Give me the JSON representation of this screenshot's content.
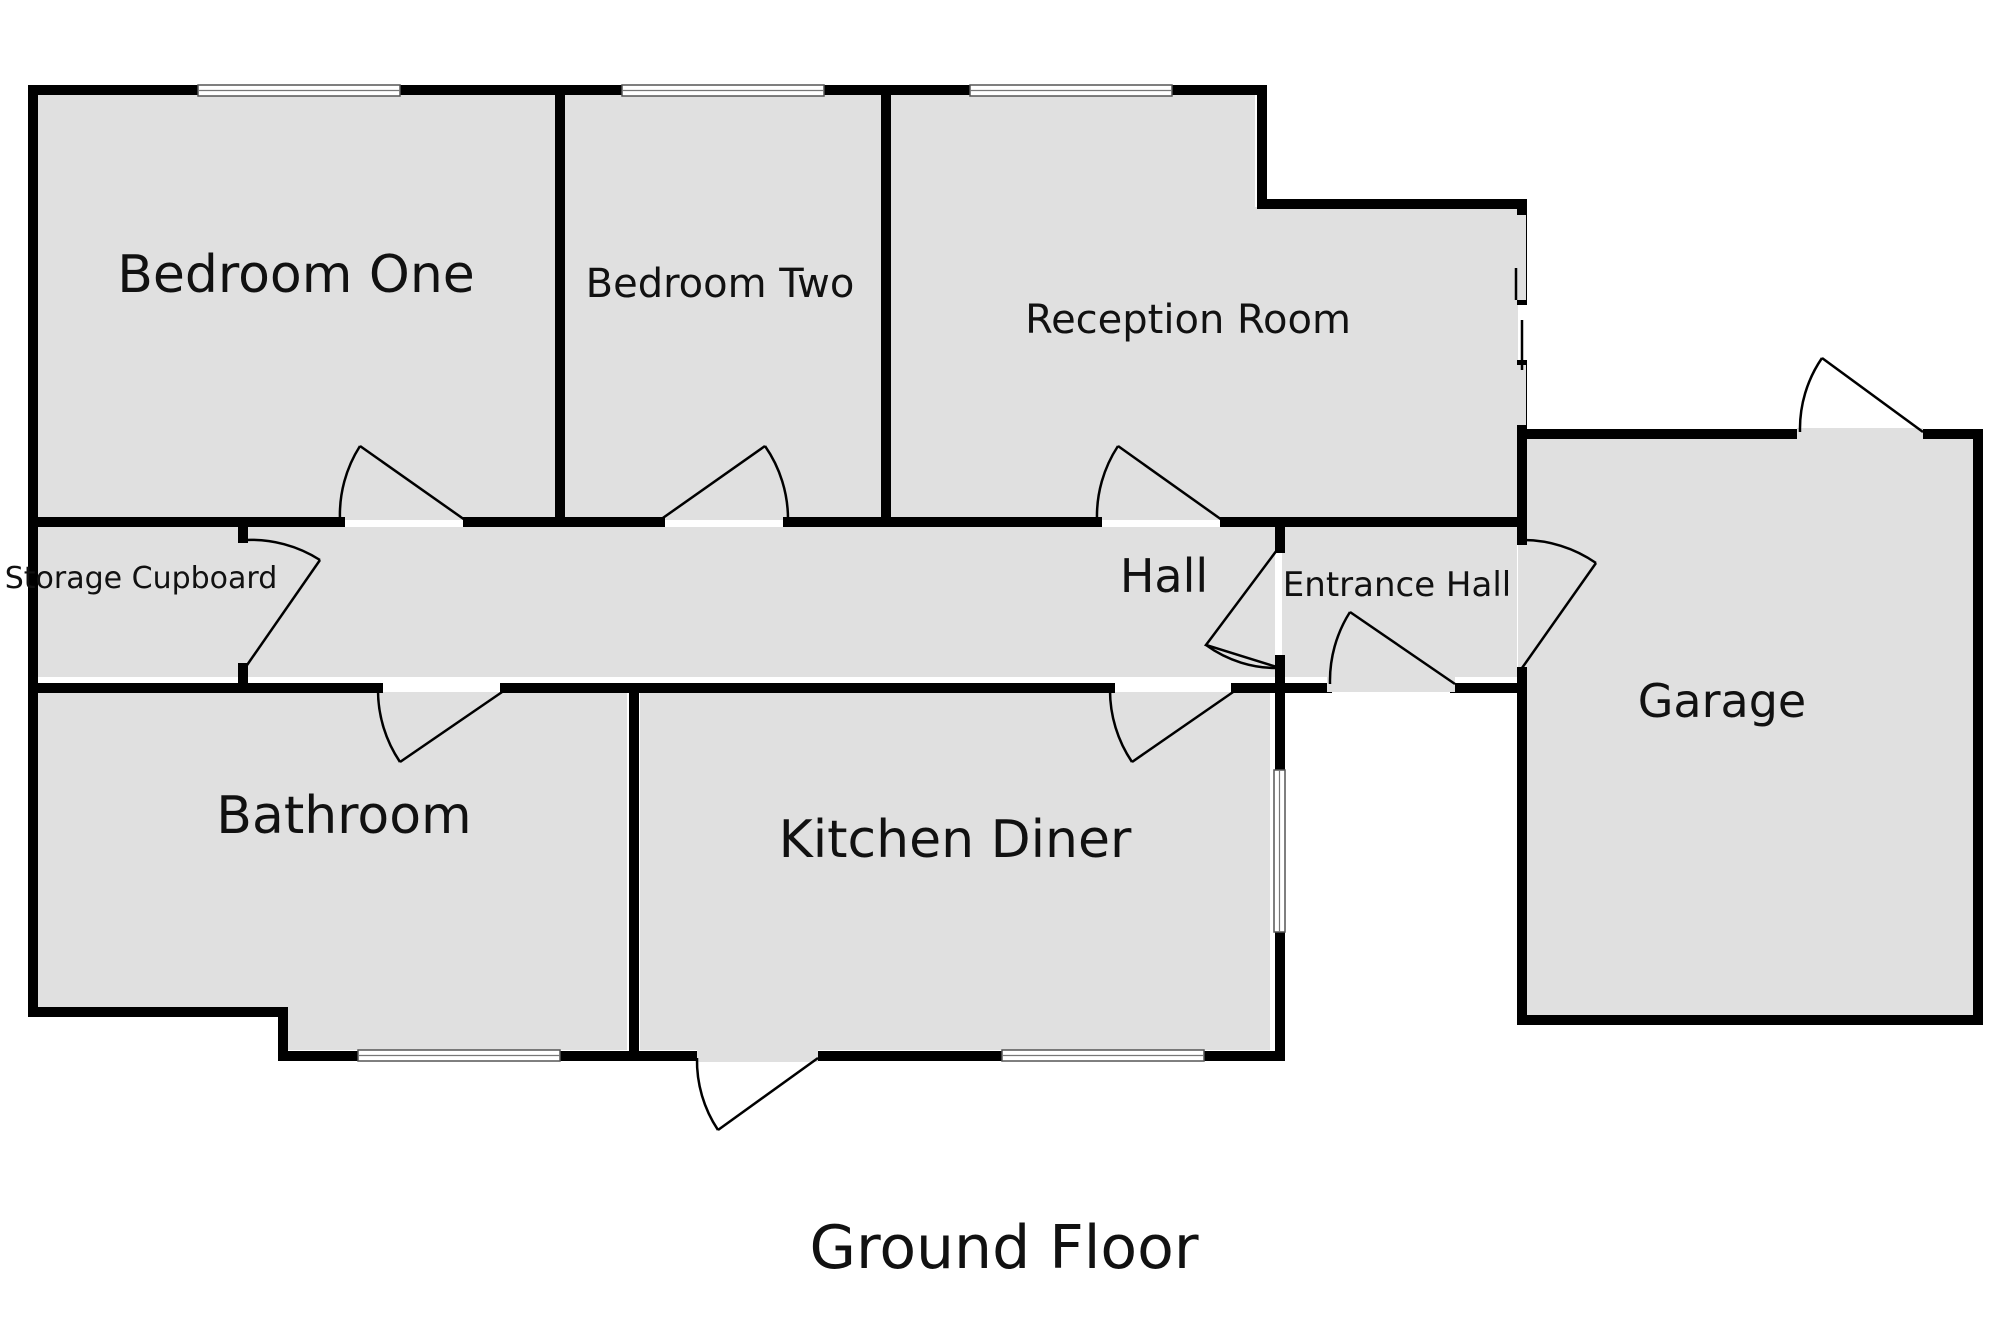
{
  "plan": {
    "title": "Ground Floor",
    "rooms": {
      "bedroom_one": "Bedroom One",
      "bedroom_two": "Bedroom Two",
      "reception_room": "Reception Room",
      "storage_cupboard": "Storage Cupboard",
      "hall": "Hall",
      "entrance_hall": "Entrance Hall",
      "bathroom": "Bathroom",
      "kitchen_diner": "Kitchen Diner",
      "garage": "Garage"
    }
  }
}
